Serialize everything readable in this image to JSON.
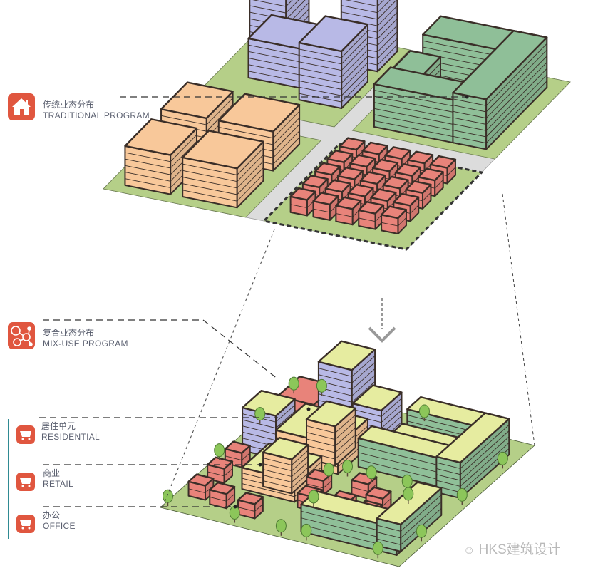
{
  "traditional": {
    "title_cn": "传统业态分布",
    "title_en": "TRADITIONAL PROGRAM",
    "icon": "house-icon"
  },
  "mixuse": {
    "title_cn": "复合业态分布",
    "title_en": "MIX-USE PROGRAM",
    "icon": "network-people-icon"
  },
  "legend": [
    {
      "cn": "居住单元",
      "en": "RESIDENTIAL",
      "icon": "cart-icon"
    },
    {
      "cn": "商业",
      "en": "RETAIL",
      "icon": "cart-icon"
    },
    {
      "cn": "办公",
      "en": "OFFICE",
      "icon": "cart-icon"
    }
  ],
  "watermark": "HKS建筑设计",
  "colors": {
    "accent": "#e0563f",
    "ground": "#b5cf88",
    "road": "#dcdcdc",
    "office": "#b8b9e6",
    "residential": "#f8c89a",
    "green_block": "#8fbf98",
    "retail": "#e8837a",
    "roof": "#e6eca0",
    "outline": "#3a2e28"
  }
}
